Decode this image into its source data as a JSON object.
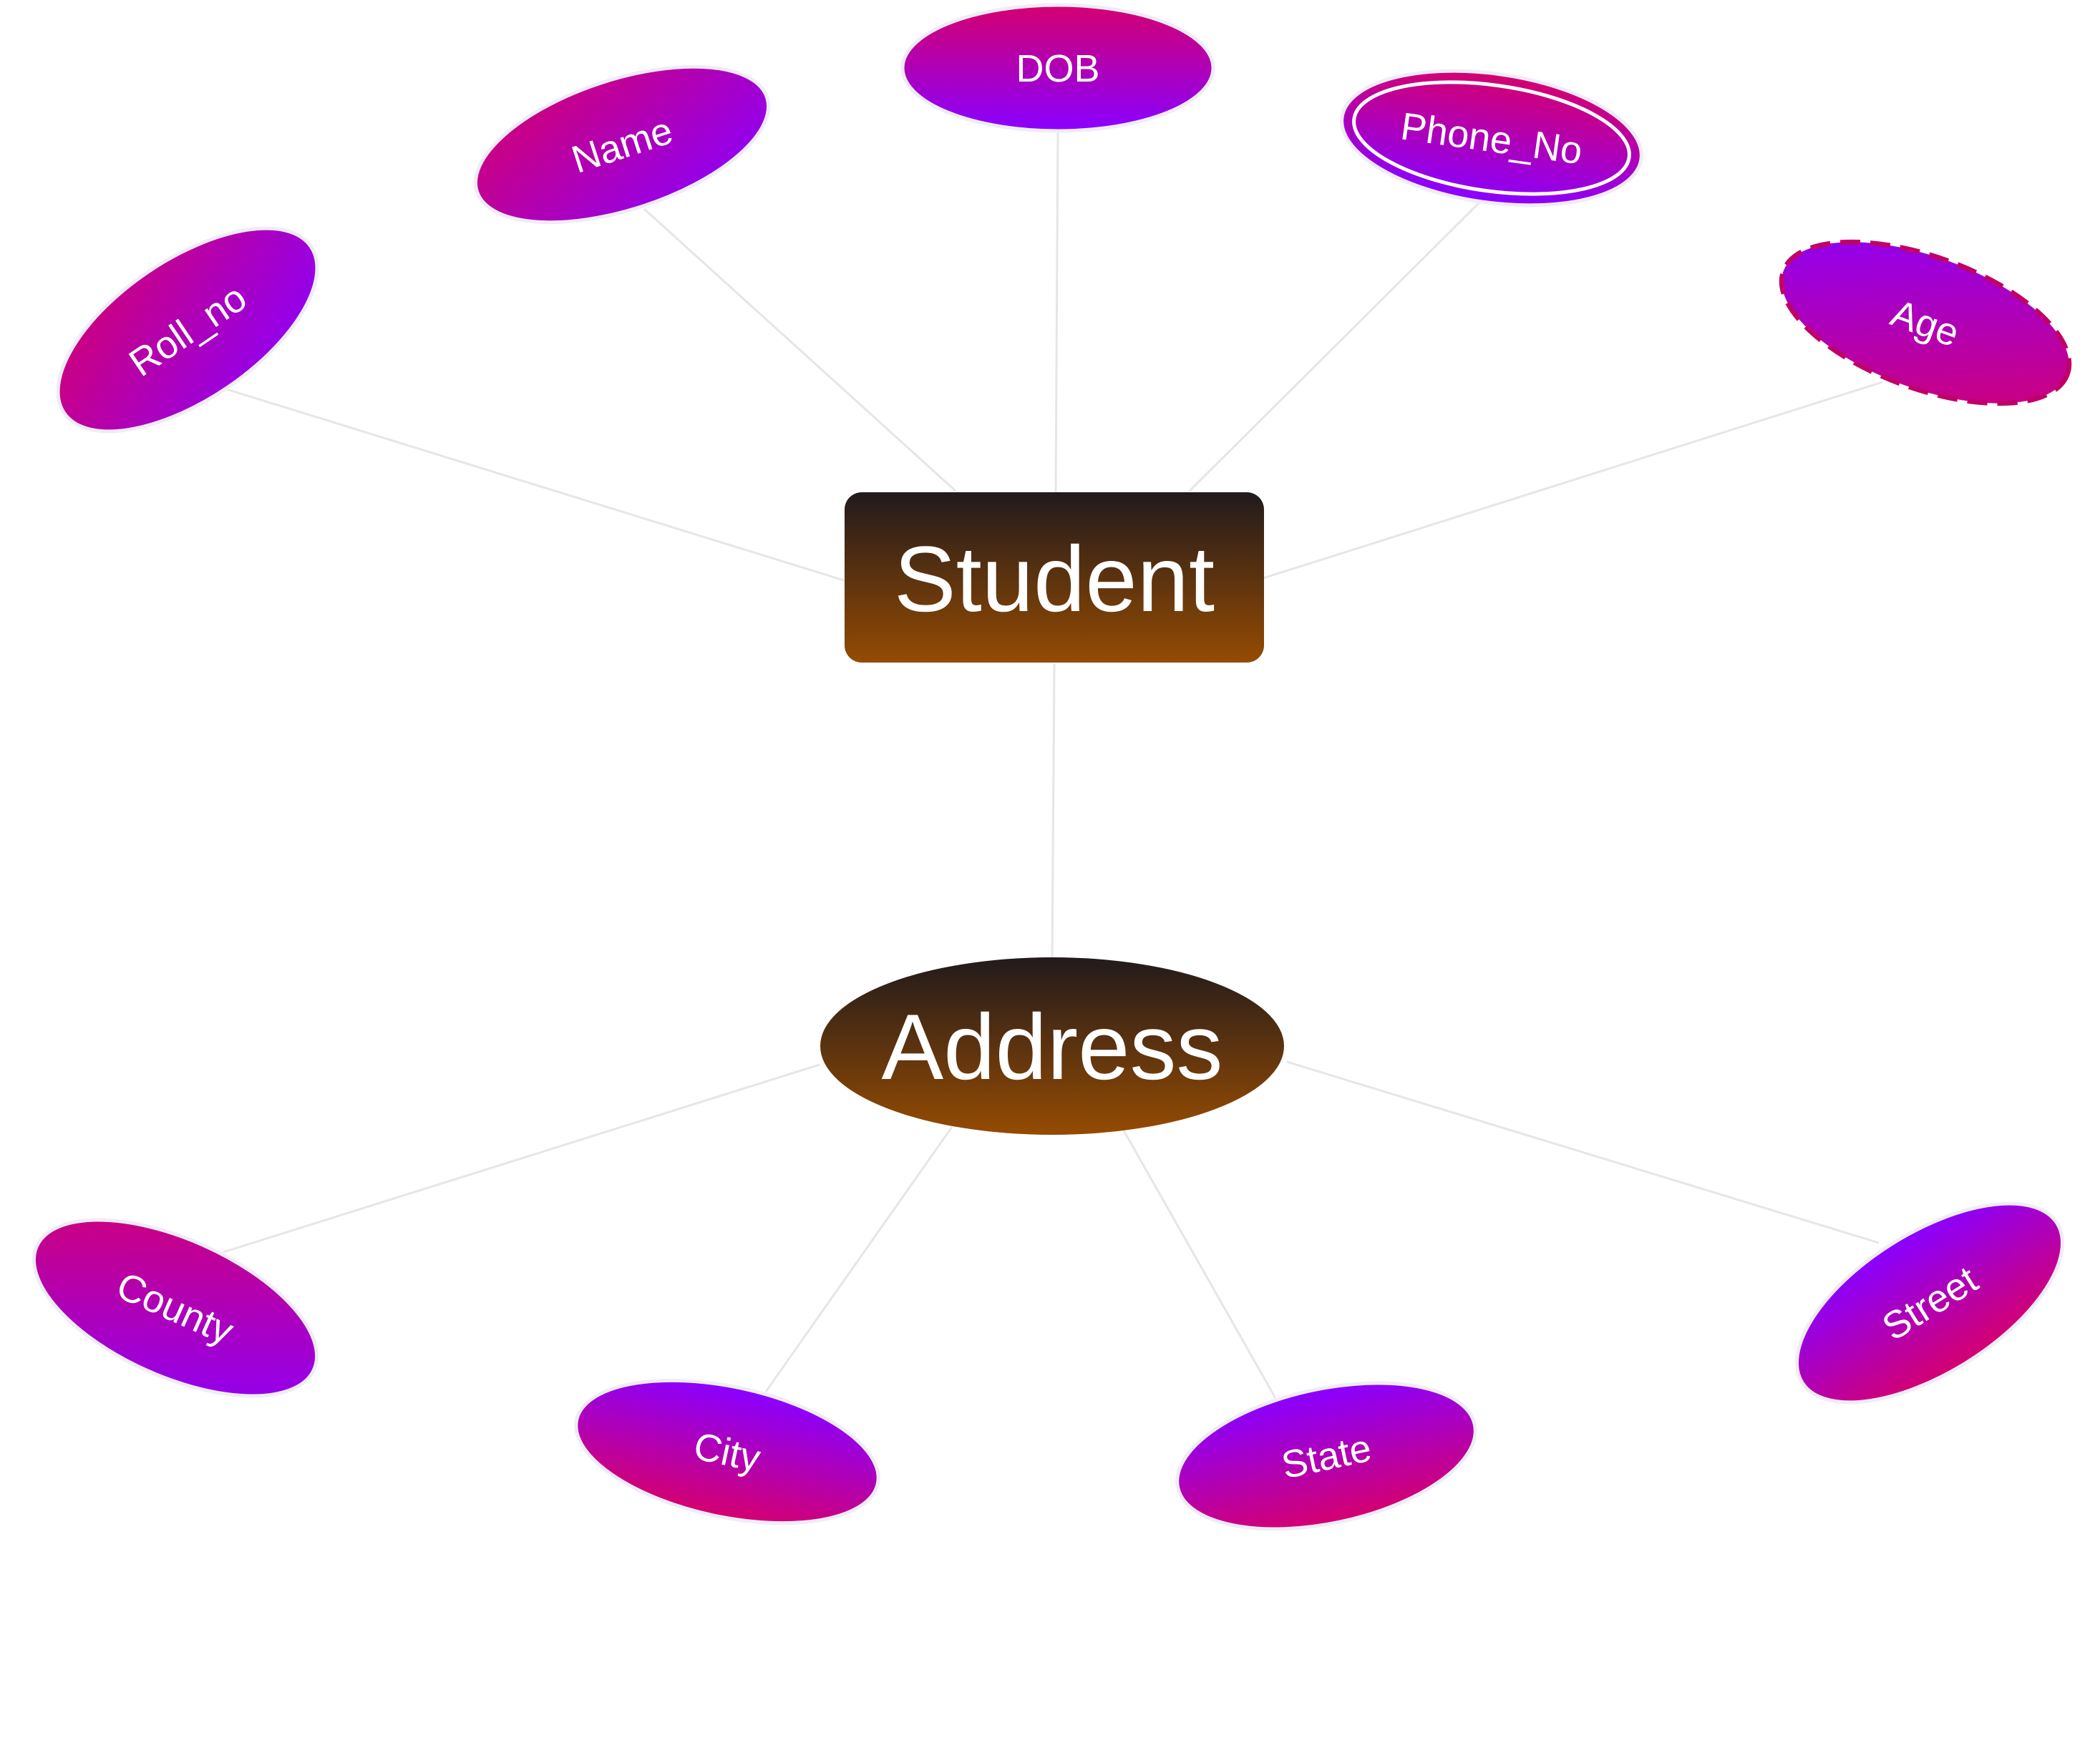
{
  "diagram": {
    "entity": {
      "label": "Student"
    },
    "composite_attribute": {
      "label": "Address"
    },
    "attributes": [
      {
        "id": "roll-no",
        "label": "Roll_no",
        "style": "normal"
      },
      {
        "id": "name",
        "label": "Name",
        "style": "normal"
      },
      {
        "id": "dob",
        "label": "DOB",
        "style": "normal"
      },
      {
        "id": "phone-no",
        "label": "Phone_No",
        "style": "multivalued"
      },
      {
        "id": "age",
        "label": "Age",
        "style": "derived"
      }
    ],
    "address_parts": [
      {
        "id": "county",
        "label": "County"
      },
      {
        "id": "city",
        "label": "City"
      },
      {
        "id": "state",
        "label": "State"
      },
      {
        "id": "street",
        "label": "Street"
      }
    ],
    "colors": {
      "attribute_gradient_a": "#d4006f",
      "attribute_gradient_b": "#8a00ff",
      "entity_gradient_top": "#211a1c",
      "entity_gradient_bottom": "#954b02",
      "edge": "#e6e6e6"
    }
  }
}
